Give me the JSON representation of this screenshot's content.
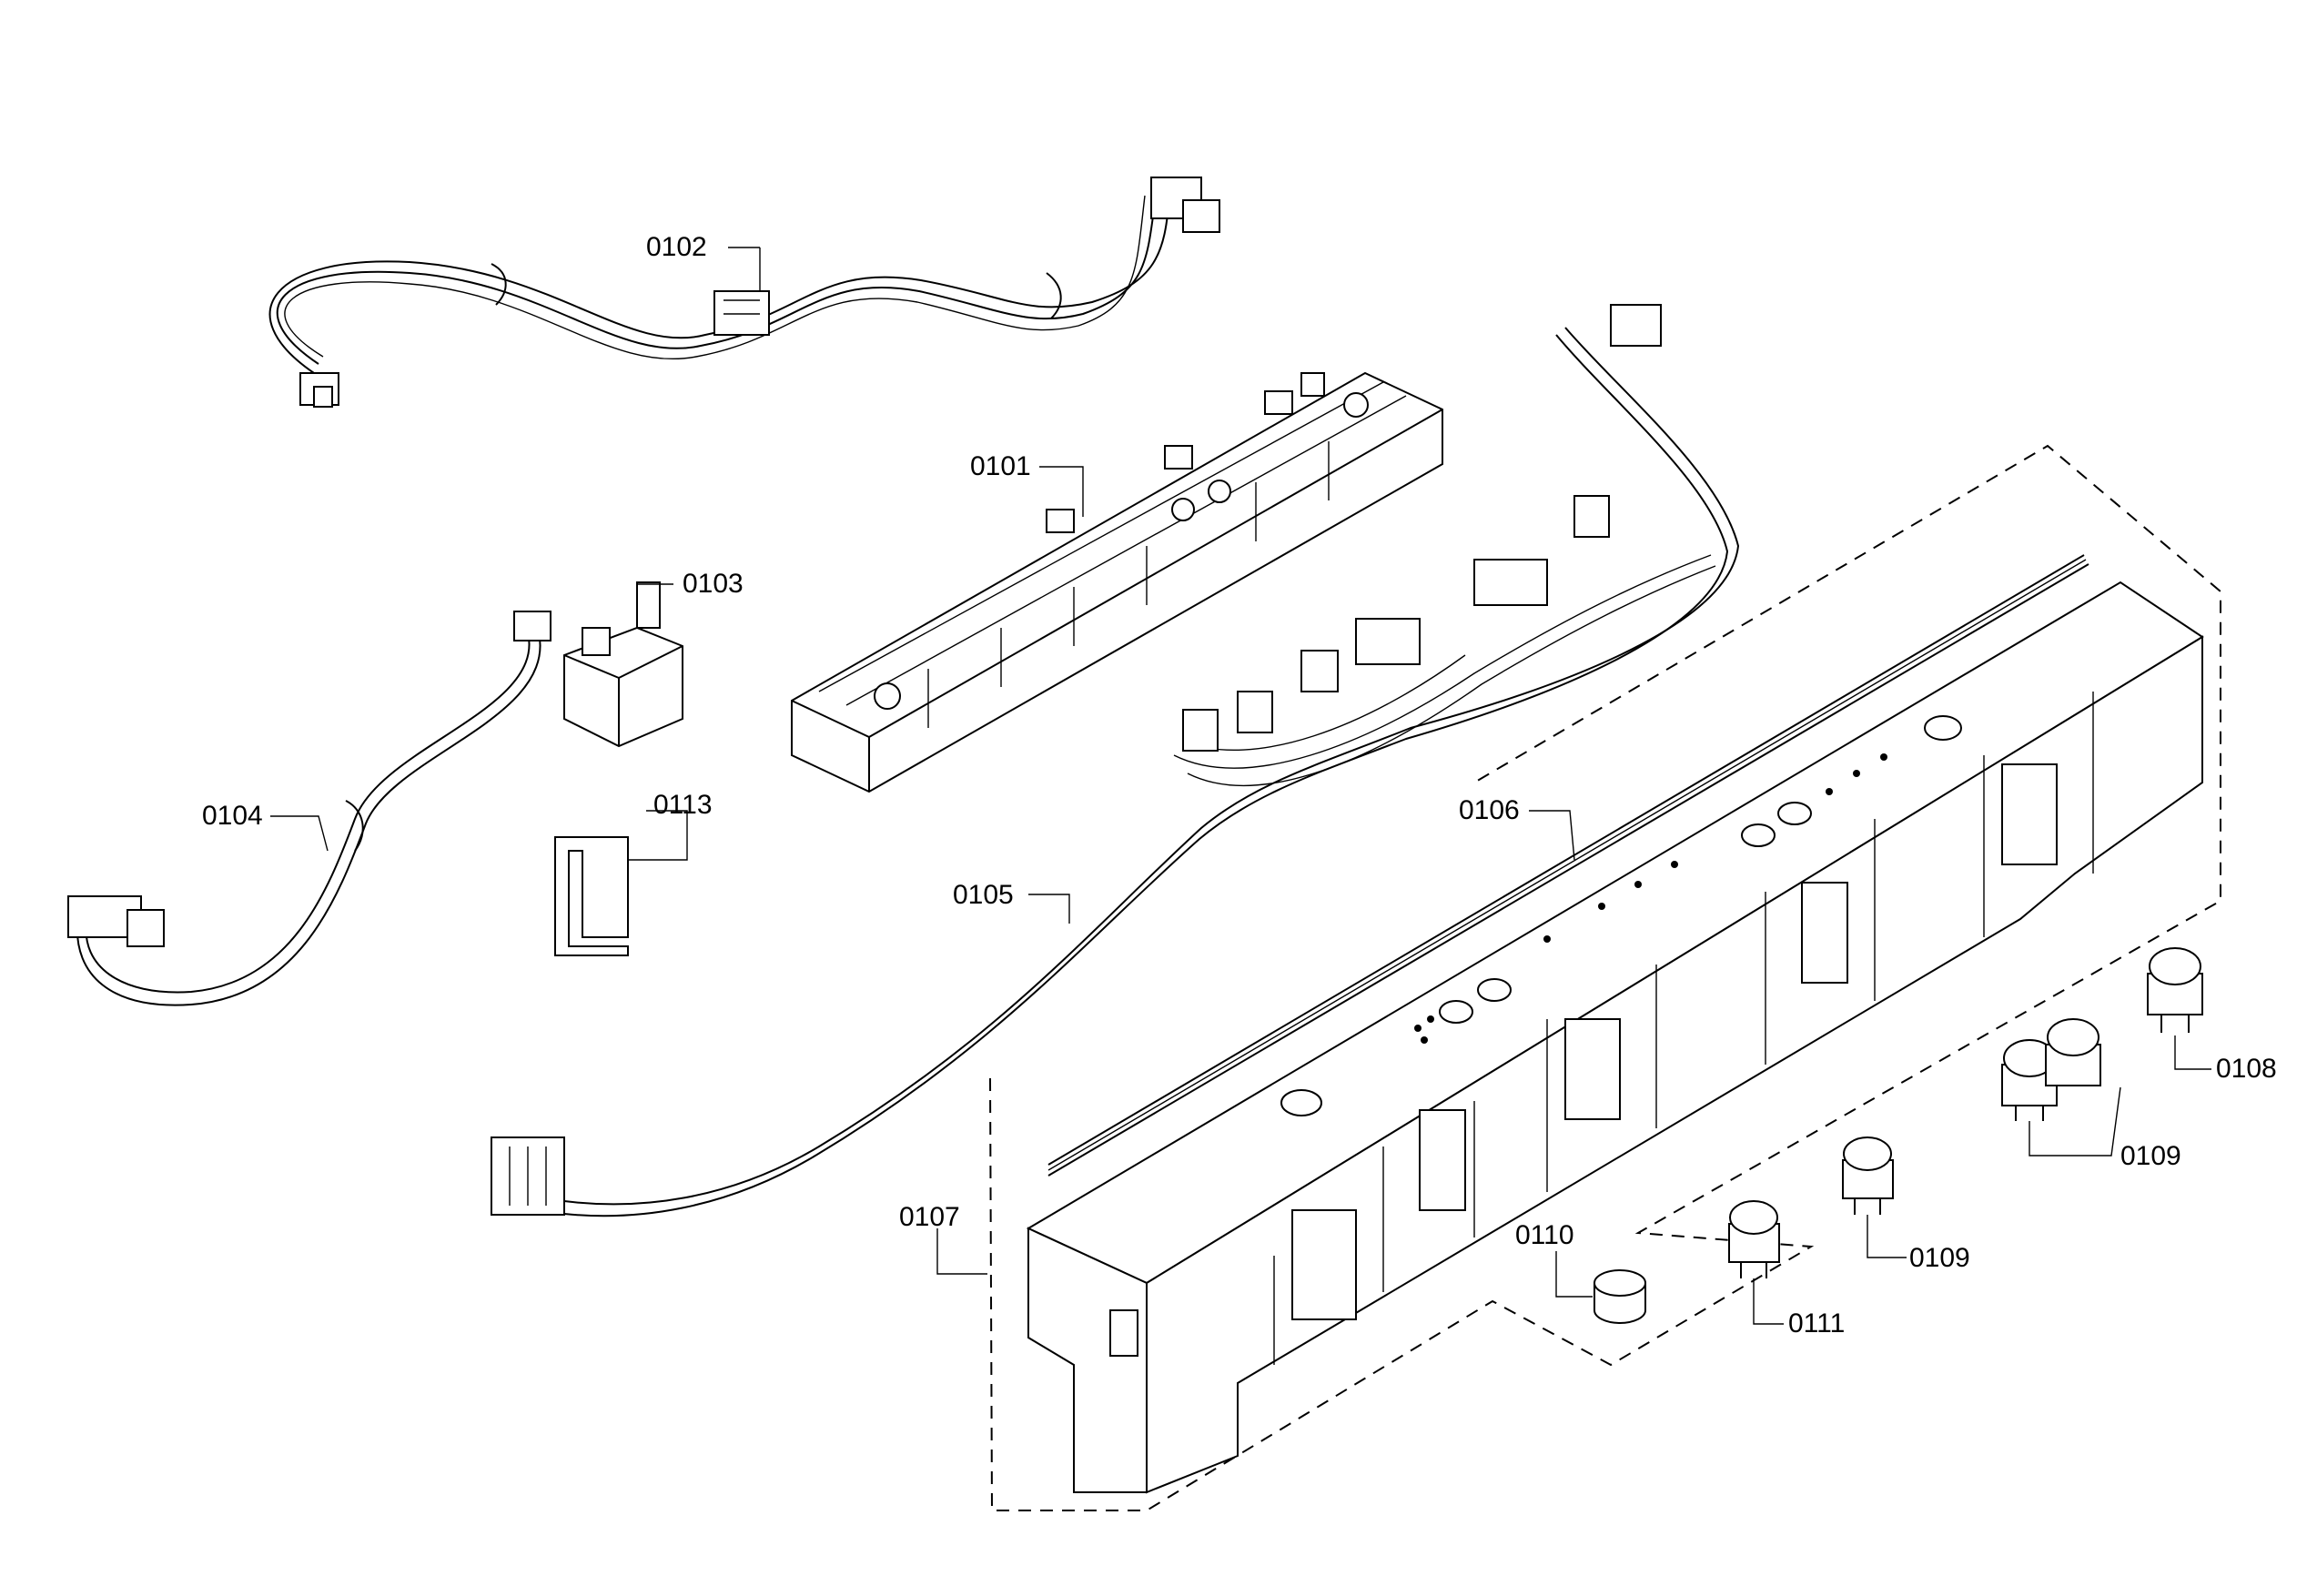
{
  "diagram": {
    "labels": {
      "p0101": "0101",
      "p0102": "0102",
      "p0103": "0103",
      "p0104": "0104",
      "p0105": "0105",
      "p0106": "0106",
      "p0107": "0107",
      "p0108": "0108",
      "p0109a": "0109",
      "p0109b": "0109",
      "p0110": "0110",
      "p0111": "0111",
      "p0113": "0113"
    }
  }
}
